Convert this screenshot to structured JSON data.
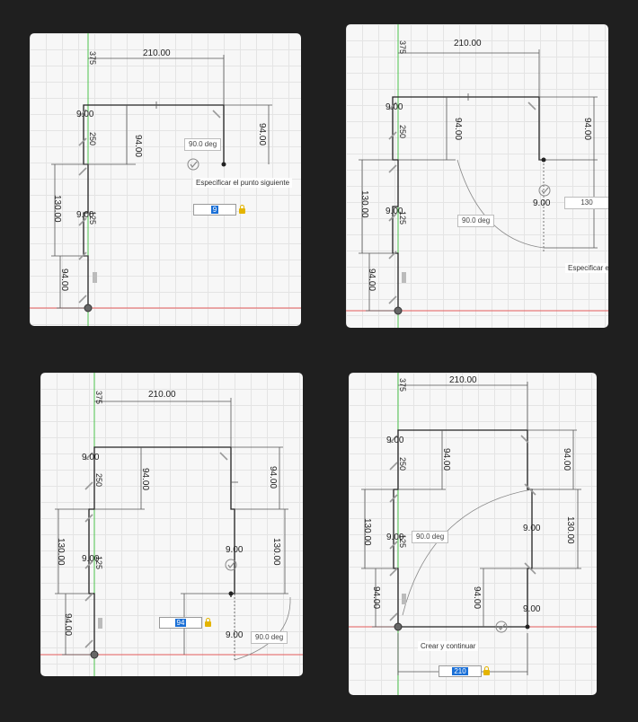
{
  "colors": {
    "background": "#1f1f1f",
    "canvas": "#f7f7f7",
    "x_axis": "#e35b5b",
    "y_axis": "#4cc34c",
    "selection": "#1a6fd6",
    "lock": "#e4b400"
  },
  "dimensions": {
    "d210": "210.00",
    "d375": "375",
    "d9": "9.00",
    "d94": "94.00",
    "d250": "250",
    "d130": "130.00",
    "d125": "125",
    "d130_plain": "130"
  },
  "panels": [
    {
      "angle": "90.0 deg",
      "hint": "Especificar el punto siguiente",
      "input": "9"
    },
    {
      "angle": "90.0 deg",
      "hint": "Especificar el",
      "input": "130"
    },
    {
      "angle": "90.0 deg",
      "input": "94"
    },
    {
      "angle": "90.0 deg",
      "hint": "Crear y continuar",
      "input": "210"
    }
  ]
}
